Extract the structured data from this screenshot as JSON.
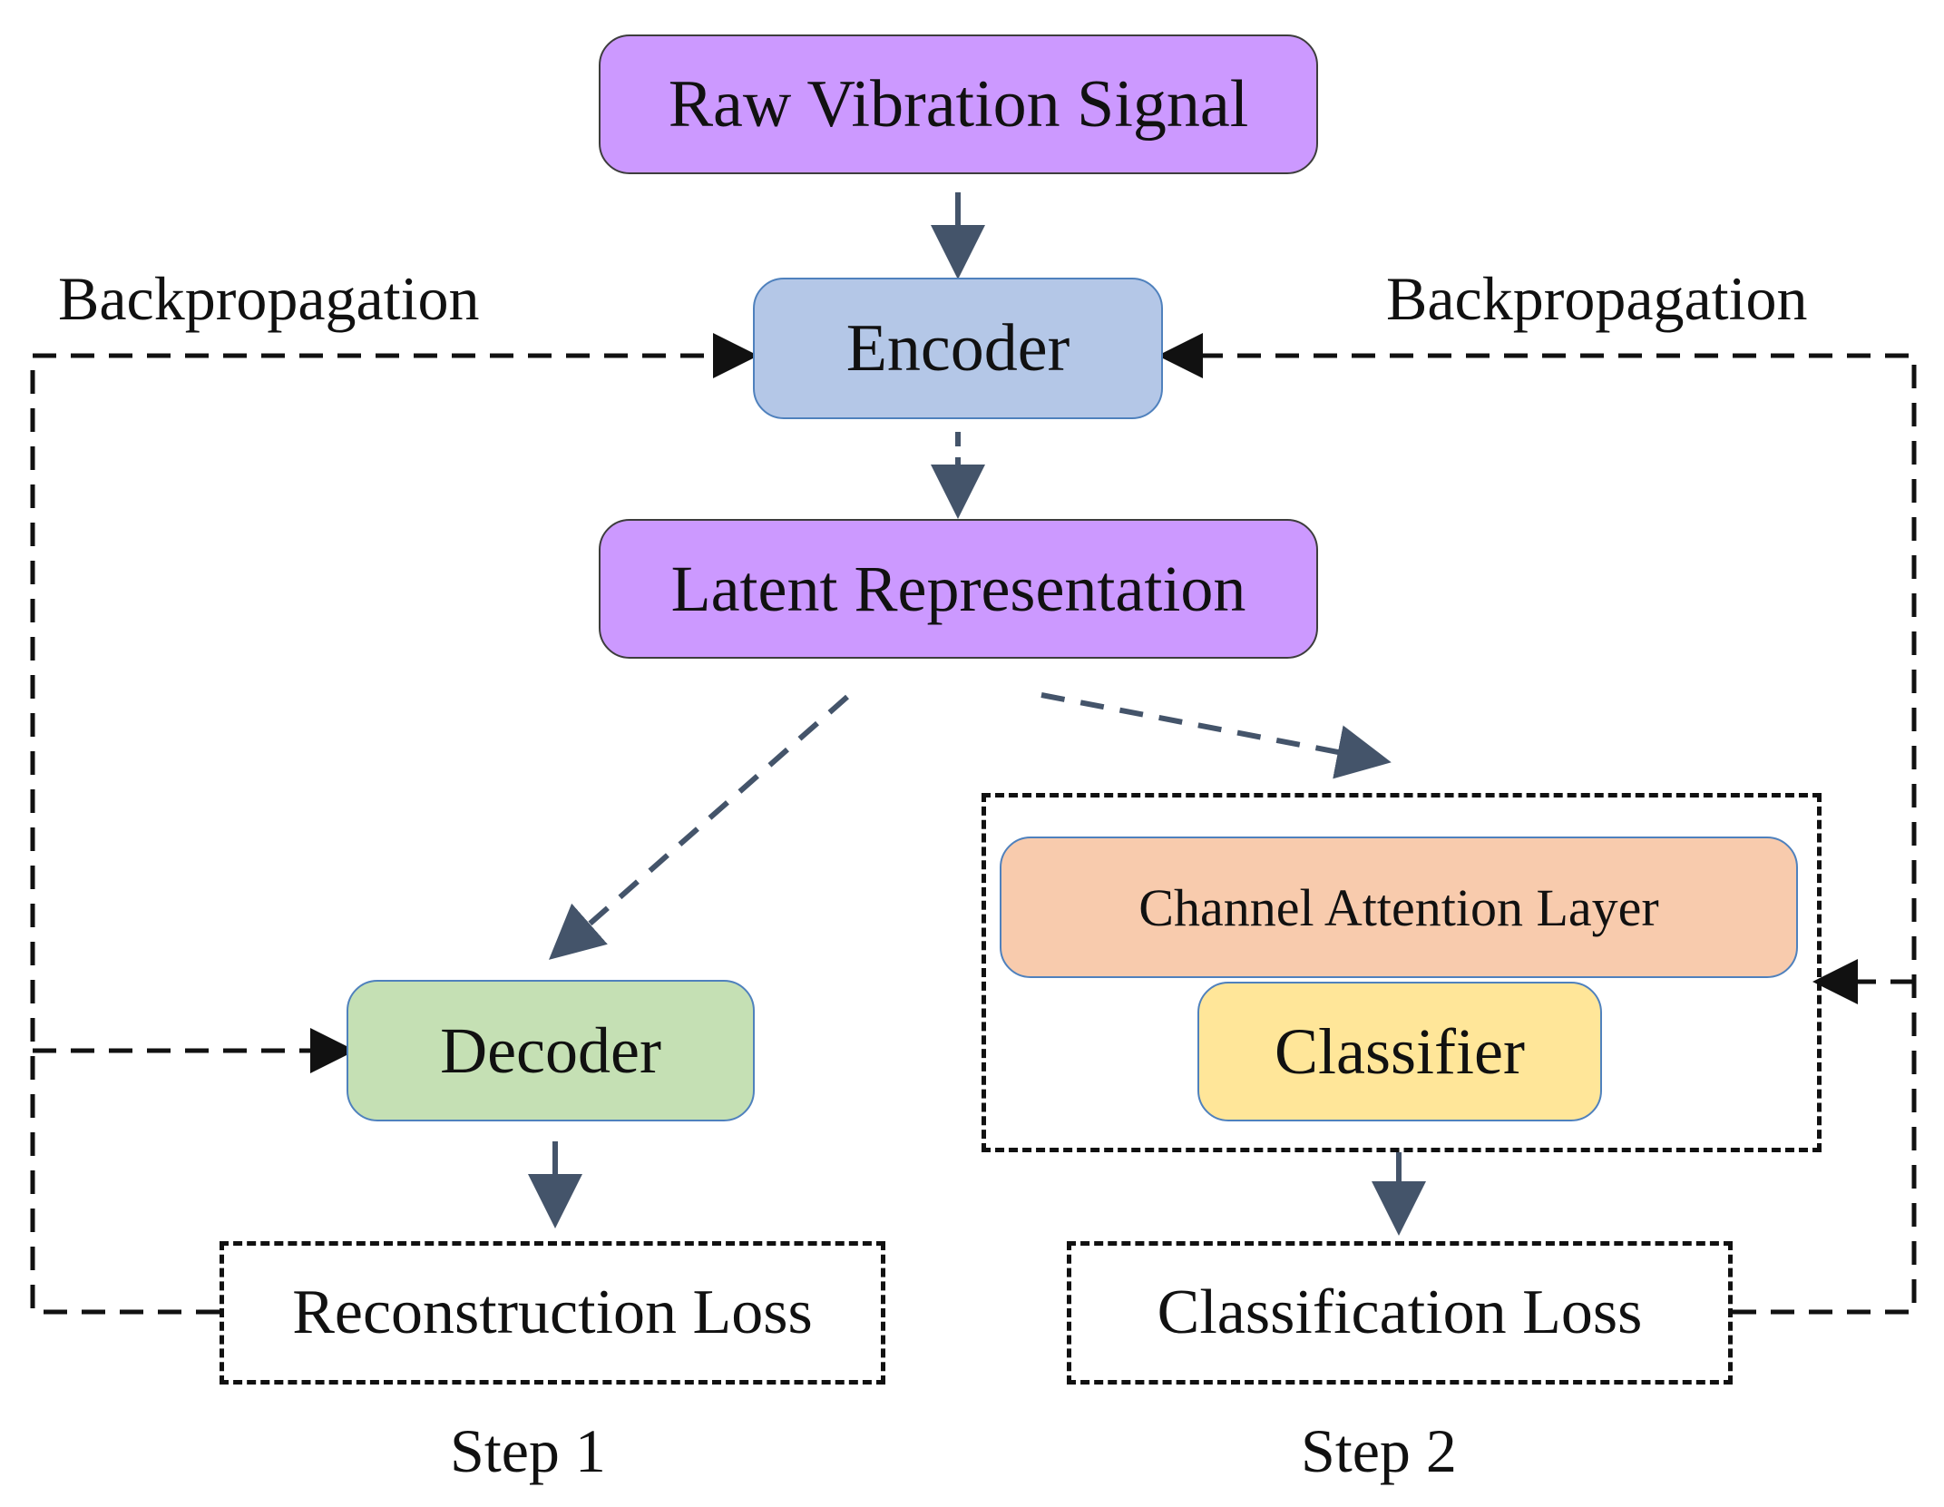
{
  "nodes": {
    "raw_signal": "Raw Vibration Signal",
    "encoder": "Encoder",
    "latent": "Latent Representation",
    "decoder": "Decoder",
    "attention": "Channel Attention Layer",
    "classifier": "Classifier",
    "recon_loss": "Reconstruction Loss",
    "class_loss": "Classification Loss"
  },
  "labels": {
    "backprop_left": "Backpropagation",
    "backprop_right": "Backpropagation",
    "step1": "Step 1",
    "step2": "Step 2"
  },
  "colors": {
    "input_output": "#cc99ff",
    "encoder": "#b4c7e7",
    "decoder": "#c5e0b4",
    "attention": "#f8cbad",
    "classifier": "#ffe699",
    "forward_arrow": "#44546a",
    "backprop_arrow": "#111111"
  }
}
